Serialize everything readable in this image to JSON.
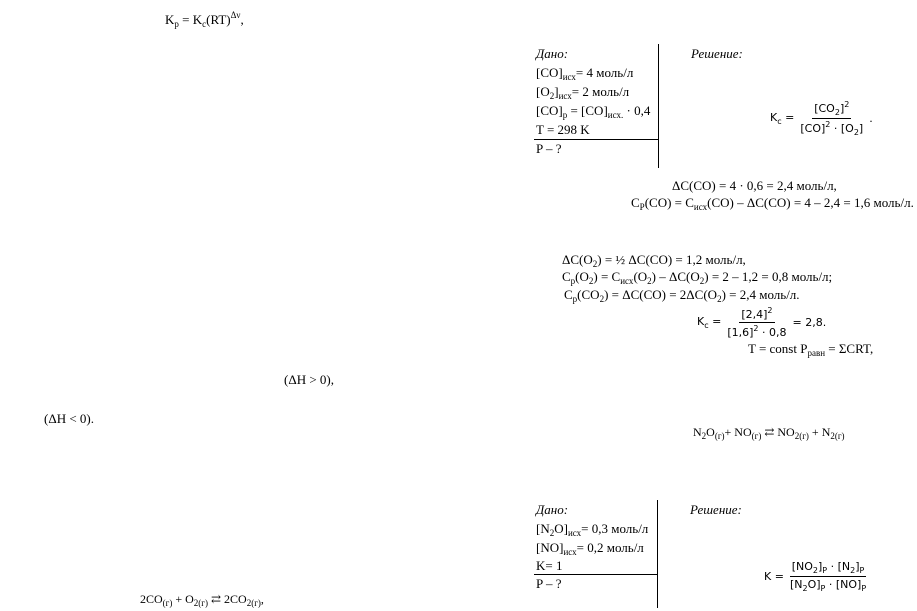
{
  "formula_kp": {
    "k": "K",
    "p": "p",
    "eq": " = K",
    "c": "c",
    "rt": "(RT)",
    "dnu": "Δν",
    "tail": ","
  },
  "dh_pos": "(ΔH  >  0),",
  "dh_neg": "(ΔH < 0).",
  "co_reaction": {
    "a": "2CO",
    "g1": "(г)",
    "b": " + O",
    "b2": "2(г)",
    "arrow": " ⇄ ",
    "c": "2CO",
    "c2": "2(г)",
    "tail": ","
  },
  "problem1": {
    "dano_label": "Дано:",
    "resh_label": "Решение:",
    "line1": {
      "a": "[CO]",
      "s": "исх",
      "b": "= 4 моль/л"
    },
    "line2": {
      "a": "[O",
      "s1": "2",
      "b": "]",
      "s": "исх",
      "c": "= 2 моль/л"
    },
    "line3": {
      "a": "[CO]",
      "s1": "р",
      "b": " = [CO]",
      "s2": "исх.",
      "c": " · 0,4"
    },
    "line4": "T = 298 K",
    "question": "P – ?",
    "kc_formula": {
      "k": "K",
      "c": "c",
      "eq": " = ",
      "num_a": "[CO",
      "num_s": "2",
      "num_b": "]",
      "num_p": "2",
      "den_a": "[CO]",
      "den_p": "2",
      "den_b": " · [O",
      "den_s": "2",
      "den_c": "]",
      "tail": "."
    },
    "dc_co": {
      "a": "ΔC(CO) = 4 · 0,6 = 2,4 моль/л,"
    },
    "cp_co": {
      "a": "C",
      "s1": "P",
      "b": "(CO) = C",
      "s2": "исх",
      "c": "(CO) – ΔC(CO) = 4 – 2,4 = 1,6 моль/л."
    },
    "dc_o2": {
      "a": "ΔC(O",
      "s1": "2",
      "b": ") = ½ ΔC(CO) = 1,2 моль/л,"
    },
    "cp_o2": {
      "a": "C",
      "s1": "р",
      "b": "(O",
      "s2": "2",
      "c": ") = C",
      "s3": "исх",
      "d": "(O",
      "s4": "2",
      "e": ") – ΔC(O",
      "s5": "2",
      "f": ") = 2 – 1,2 = 0,8 моль/л;"
    },
    "cp_co2": {
      "a": "C",
      "s1": "р",
      "b": "(CO",
      "s2": "2",
      "c": ") = ΔC(CO) = 2ΔC(O",
      "s3": "2",
      "d": ") = 2,4 моль/л."
    },
    "kc_value": {
      "k": "K",
      "c": "c",
      "eq": " = ",
      "num": "[2,4]",
      "num_p": "2",
      "den_a": "[1,6]",
      "den_p": "2",
      "den_b": " · 0,8",
      "result": " = 2,8."
    },
    "p_line": {
      "a": "T = const  P",
      "s": "равн",
      "b": " = ΣCRT,"
    }
  },
  "n2o_reaction": {
    "a": "N",
    "s1": "2",
    "b": "O",
    "s2": "(г)",
    "c": "+ NO",
    "s3": "(г)",
    "arrow": " ⇄ ",
    "d": "NO",
    "s4": "2(г)",
    "e": " + N",
    "s5": "2(г)"
  },
  "problem2": {
    "dano_label": "Дано:",
    "resh_label": "Решение:",
    "line1": {
      "a": "[N",
      "s1": "2",
      "b": "O]",
      "s": "исх",
      "c": "= 0,3 моль/л"
    },
    "line2": {
      "a": "[NO]",
      "s": "исх",
      "b": "= 0,2 моль/л"
    },
    "line3": "K= 1",
    "question": "P – ?",
    "k_formula": {
      "k": "K = ",
      "num_a": "[NO",
      "num_s1": "2",
      "num_b": "]",
      "num_s2": "P",
      "num_c": " · [N",
      "num_s3": "2",
      "num_d": "]",
      "num_s4": "P",
      "den_a": "[N",
      "den_s1": "2",
      "den_b": "O]",
      "den_s2": "P",
      "den_c": " · [NO]",
      "den_s3": "P"
    }
  }
}
